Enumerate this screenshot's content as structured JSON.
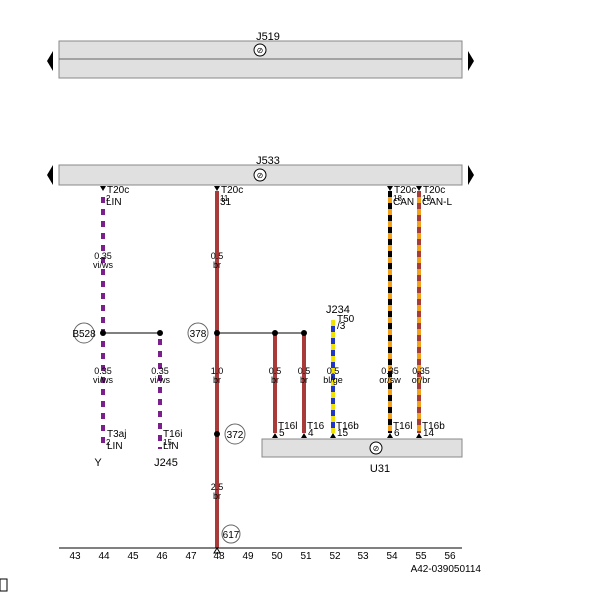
{
  "diagram": {
    "modules": {
      "j519": {
        "label": "J519"
      },
      "j533": {
        "label": "J533"
      },
      "u31": {
        "label": "U31"
      }
    },
    "pins_top": {
      "p44": {
        "conn": "T20c",
        "num": "2",
        "name": "LIN"
      },
      "p48": {
        "conn": "T20c",
        "num": "11",
        "name": "31"
      },
      "p54": {
        "conn": "T20c",
        "num": "18",
        "name": "CAN"
      },
      "p55": {
        "conn": "T20c",
        "num": "19",
        "name": "CAN-L"
      }
    },
    "wires": {
      "w44a": {
        "size": "0.35",
        "color": "vi/ws"
      },
      "w44b": {
        "size": "0.35",
        "color": "vi/ws"
      },
      "w46": {
        "size": "0.35",
        "color": "vi/ws"
      },
      "w48a": {
        "size": "0.5",
        "color": "br"
      },
      "w48b": {
        "size": "1.0",
        "color": "br"
      },
      "w48c": {
        "size": "2.5",
        "color": "br"
      },
      "w50": {
        "size": "0.5",
        "color": "br"
      },
      "w51": {
        "size": "0.5",
        "color": "br"
      },
      "w52": {
        "size": "0.5",
        "color": "bl/ge"
      },
      "w54": {
        "size": "0.35",
        "color": "or/sw"
      },
      "w55": {
        "size": "0.35",
        "color": "or/br"
      }
    },
    "nodes": {
      "b528": "B528",
      "n378": "378",
      "n372": "372",
      "n617": "617"
    },
    "j234": {
      "label": "J234",
      "conn": "T50",
      "num": "/3"
    },
    "pins_bottom": {
      "p44": {
        "conn": "T3aj",
        "num": "2",
        "name": "LIN",
        "target": "Y"
      },
      "p46": {
        "conn": "T16i",
        "num": "15",
        "name": "LIN",
        "target": "J245"
      },
      "p50": {
        "conn": "T16l",
        "num": "5"
      },
      "p51": {
        "conn": "T16",
        "num": "4"
      },
      "p52": {
        "conn": "T16b",
        "num": "15"
      },
      "p54": {
        "conn": "T16l",
        "num": "6"
      },
      "p55": {
        "conn": "T16b",
        "num": "14"
      }
    },
    "columns": [
      "43",
      "44",
      "45",
      "46",
      "47",
      "48",
      "49",
      "50",
      "51",
      "52",
      "53",
      "54",
      "55",
      "56"
    ],
    "code": "A42-039050114",
    "colors": {
      "module_fill": "#e0e0e0",
      "wire_vi": "#7b1f8c",
      "wire_br": "#a83a3a",
      "wire_bl": "#1f35c8",
      "wire_ge": "#f2e200",
      "wire_or": "#f2a11a",
      "wire_sw": "#000000"
    }
  }
}
